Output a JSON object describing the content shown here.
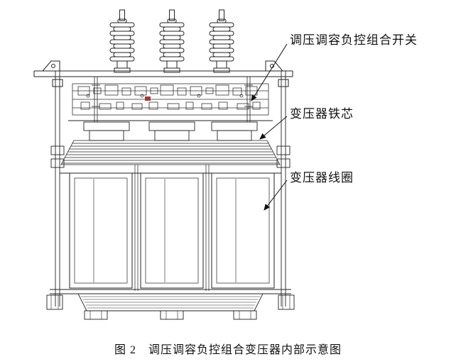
{
  "figure": {
    "caption": "图 2　调压调容负控组合变压器内部示意图",
    "labels": {
      "switch": "调压调容负控组合开关",
      "core": "变压器铁芯",
      "coil": "变压器线圈"
    },
    "colors": {
      "line": "#222222",
      "detail_red": "#a63a32"
    }
  }
}
